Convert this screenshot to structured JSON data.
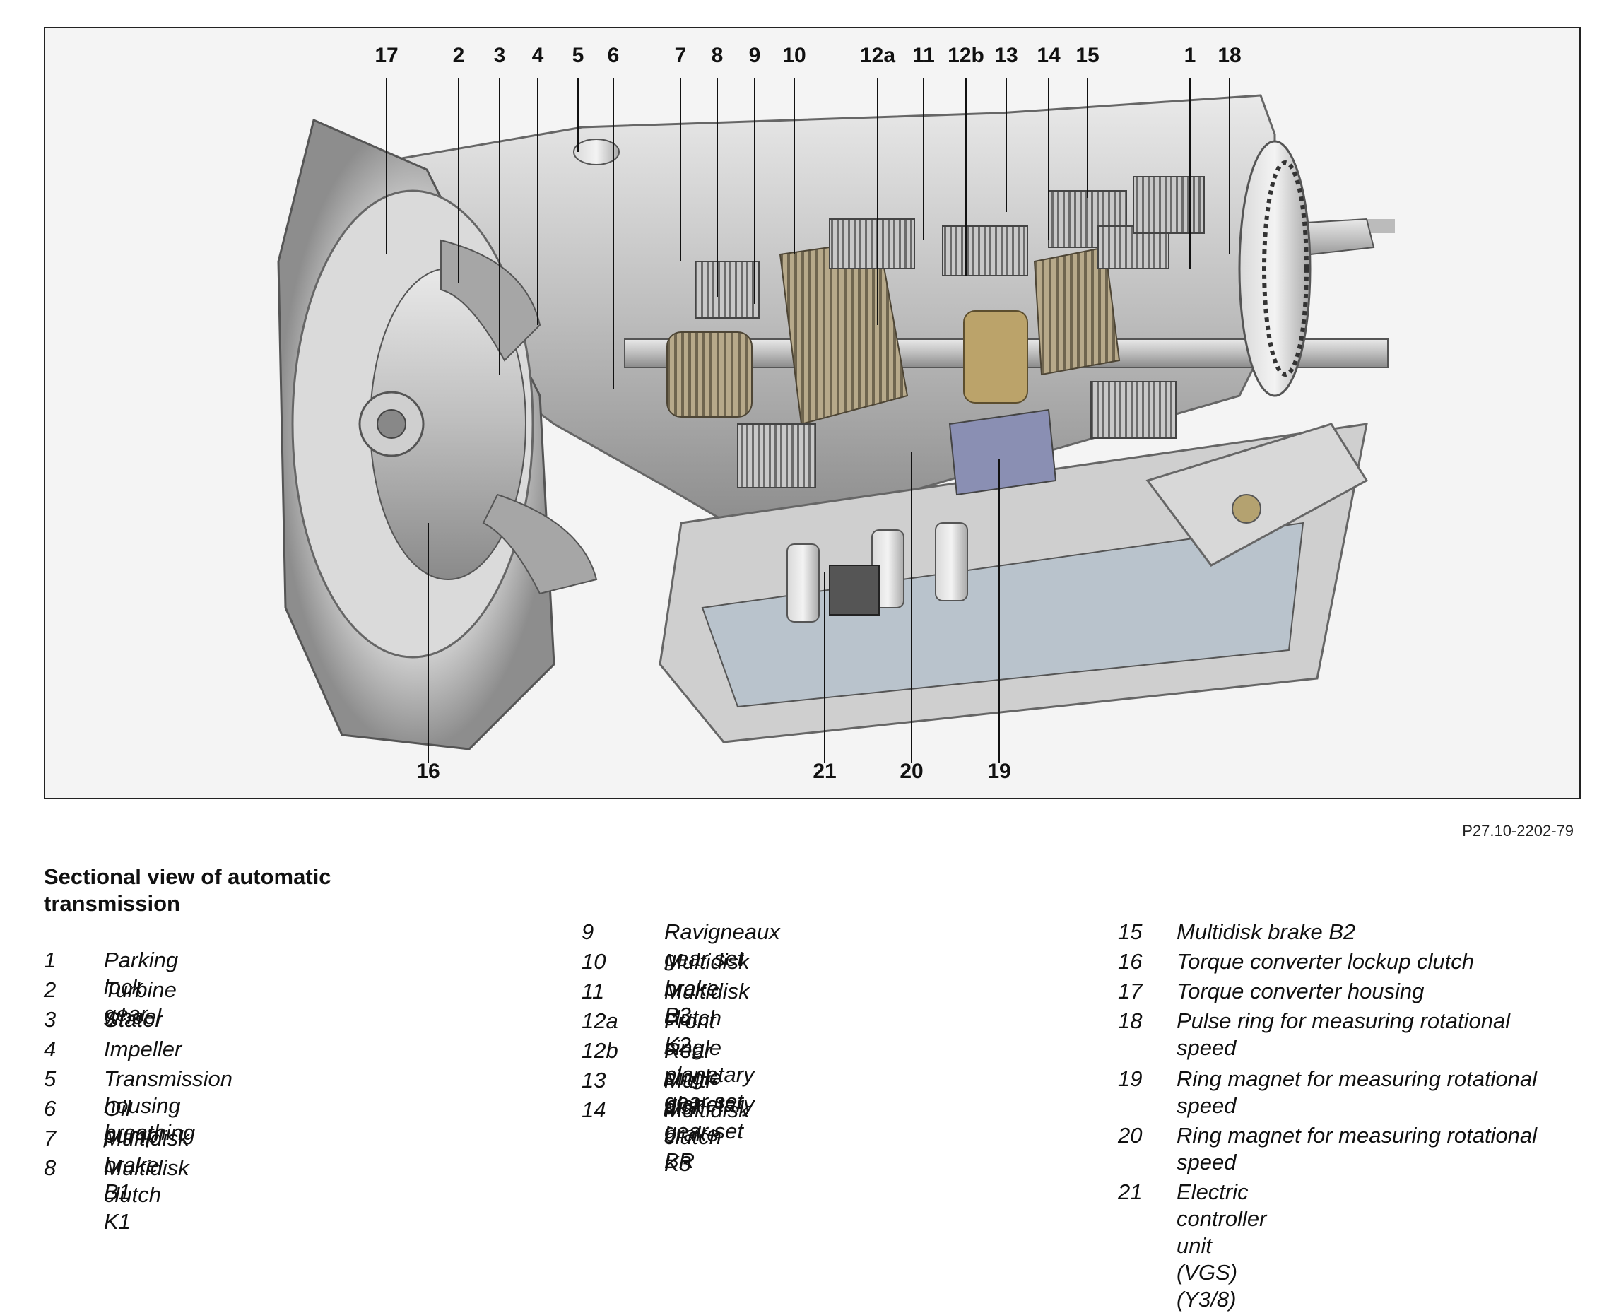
{
  "callouts": [
    {
      "id": "17",
      "text": "17"
    },
    {
      "id": "2",
      "text": "2"
    },
    {
      "id": "3",
      "text": "3"
    },
    {
      "id": "4",
      "text": "4"
    },
    {
      "id": "5",
      "text": "5"
    },
    {
      "id": "6",
      "text": "6"
    },
    {
      "id": "7",
      "text": "7"
    },
    {
      "id": "8",
      "text": "8"
    },
    {
      "id": "9",
      "text": "9"
    },
    {
      "id": "10",
      "text": "10"
    },
    {
      "id": "12a",
      "text": "12a"
    },
    {
      "id": "11",
      "text": "11"
    },
    {
      "id": "12b",
      "text": "12b"
    },
    {
      "id": "13",
      "text": "13"
    },
    {
      "id": "14",
      "text": "14"
    },
    {
      "id": "15",
      "text": "15"
    },
    {
      "id": "1",
      "text": "1"
    },
    {
      "id": "18",
      "text": "18"
    },
    {
      "id": "16",
      "text": "16"
    },
    {
      "id": "21",
      "text": "21"
    },
    {
      "id": "20",
      "text": "20"
    },
    {
      "id": "19",
      "text": "19"
    }
  ],
  "figure_code": "P27.10-2202-79",
  "caption_title": "Sectional view of automatic transmission",
  "legend": {
    "col1": [
      {
        "num": "1",
        "label": "Parking lock gear"
      },
      {
        "num": "2",
        "label": "Turbine wheel"
      },
      {
        "num": "3",
        "label": "Stator"
      },
      {
        "num": "4",
        "label": "Impeller"
      },
      {
        "num": "5",
        "label": "Transmission housing breathing"
      },
      {
        "num": "6",
        "label": "Oil pump"
      },
      {
        "num": "7",
        "label": "Multidisk brake B1"
      },
      {
        "num": "8",
        "label": "Multidisk clutch K1"
      }
    ],
    "col2": [
      {
        "num": "9",
        "label": "Ravigneaux gear set"
      },
      {
        "num": "10",
        "label": "Multidisk brake B3"
      },
      {
        "num": "11",
        "label": "Multidisk clutch K2"
      },
      {
        "num": "12a",
        "label": "Front single planetary gear set"
      },
      {
        "num": "12b",
        "label": "Rear single planetary gear set"
      },
      {
        "num": "13",
        "label": "Multi-disk brake BR"
      },
      {
        "num": "14",
        "label": "Multidisk clutch K3"
      }
    ],
    "col3": [
      {
        "num": "15",
        "label": "Multidisk brake B2"
      },
      {
        "num": "16",
        "label": "Torque converter lockup clutch"
      },
      {
        "num": "17",
        "label": "Torque converter housing"
      },
      {
        "num": "18",
        "label": "Pulse ring for measuring rotational speed"
      },
      {
        "num": "19",
        "label": "Ring magnet for measuring rotational speed"
      },
      {
        "num": "20",
        "label": "Ring magnet for measuring rotational speed"
      },
      {
        "num": "21",
        "label": "Electric controller unit (VGS) (Y3/8)"
      }
    ]
  }
}
